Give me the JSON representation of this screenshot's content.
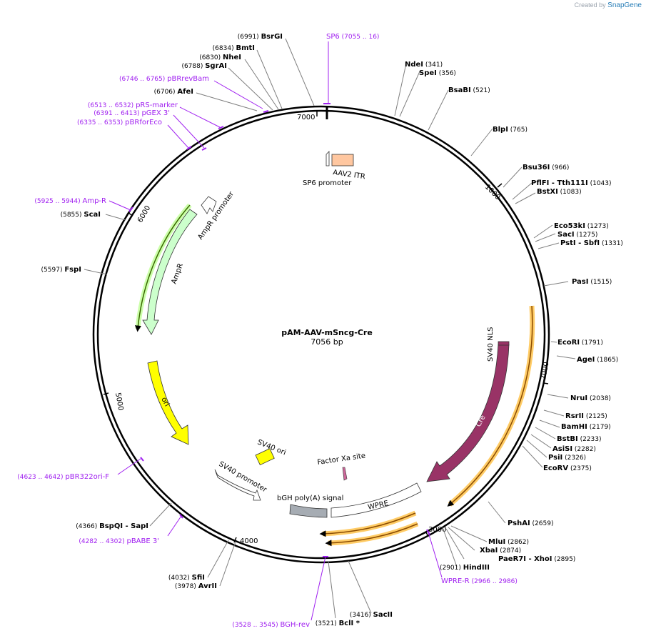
{
  "credit": {
    "prefix": "Created by",
    "brand": "SnapGene"
  },
  "title": "pAM-AAV-mSncg-Cre",
  "length": "7056 bp",
  "ticks": [
    "1000",
    "2000",
    "3000",
    "4000",
    "5000",
    "6000",
    "7000"
  ],
  "enzymes": [
    {
      "name": "BsrGI",
      "pos": "(6991)"
    },
    {
      "name": "BmtI",
      "pos": "(6834)"
    },
    {
      "name": "NheI",
      "pos": "(6830)"
    },
    {
      "name": "SgrAI",
      "pos": "(6788)"
    },
    {
      "name": "AfeI",
      "pos": "(6706)"
    },
    {
      "name": "ScaI",
      "pos": "(5855)"
    },
    {
      "name": "FspI",
      "pos": "(5597)"
    },
    {
      "name": "BspQI  - SapI",
      "pos": "(4366)"
    },
    {
      "name": "SfiI",
      "pos": "(4032)"
    },
    {
      "name": "AvrII",
      "pos": "(3978)"
    },
    {
      "name": "BclI *",
      "pos": "(3521)"
    },
    {
      "name": "SacII",
      "pos": "(3416)"
    },
    {
      "name": "HindIII",
      "pos": "(2901)"
    },
    {
      "name": "PaeR7I  - XhoI",
      "pos": "(2895)"
    },
    {
      "name": "XbaI",
      "pos": "(2874)"
    },
    {
      "name": "MluI",
      "pos": "(2862)"
    },
    {
      "name": "PshAI",
      "pos": "(2659)"
    },
    {
      "name": "EcoRV",
      "pos": "(2375)"
    },
    {
      "name": "PsiI",
      "pos": "(2326)"
    },
    {
      "name": "AsiSI",
      "pos": "(2282)"
    },
    {
      "name": "BstBI",
      "pos": "(2233)"
    },
    {
      "name": "BamHI",
      "pos": "(2179)"
    },
    {
      "name": "RsrII",
      "pos": "(2125)"
    },
    {
      "name": "NruI",
      "pos": "(2038)"
    },
    {
      "name": "AgeI",
      "pos": "(1865)"
    },
    {
      "name": "EcoRI",
      "pos": "(1791)"
    },
    {
      "name": "PasI",
      "pos": "(1515)"
    },
    {
      "name": "PstI  - SbfI",
      "pos": "(1331)"
    },
    {
      "name": "SacI",
      "pos": "(1275)"
    },
    {
      "name": "Eco53kI",
      "pos": "(1273)"
    },
    {
      "name": "BstXI",
      "pos": "(1083)"
    },
    {
      "name": "PflFI  - Tth111I",
      "pos": "(1043)"
    },
    {
      "name": "Bsu36I",
      "pos": "(966)"
    },
    {
      "name": "BlpI",
      "pos": "(765)"
    },
    {
      "name": "BsaBI",
      "pos": "(521)"
    },
    {
      "name": "SpeI",
      "pos": "(356)"
    },
    {
      "name": "NdeI",
      "pos": "(341)"
    }
  ],
  "primers": [
    {
      "name": "SP6",
      "pos": "(7055 .. 16)"
    },
    {
      "name": "pBRrevBam",
      "pos": "(6746 .. 6765)"
    },
    {
      "name": "pRS-marker",
      "pos": "(6513 .. 6532)"
    },
    {
      "name": "pGEX 3'",
      "pos": "(6391 .. 6413)"
    },
    {
      "name": "pBRforEco",
      "pos": "(6335 .. 6353)"
    },
    {
      "name": "Amp-R",
      "pos": "(5925 .. 5944)"
    },
    {
      "name": "pBR322ori-F",
      "pos": "(4623 .. 4642)"
    },
    {
      "name": "pBABE 3'",
      "pos": "(4282 .. 4302)"
    },
    {
      "name": "BGH-rev",
      "pos": "(3528 .. 3545)"
    },
    {
      "name": "WPRE-R",
      "pos": "(2966 .. 2986)"
    }
  ],
  "features": {
    "aav2_itr": "AAV2 ITR",
    "sp6_promoter": "SP6 promoter",
    "ampr_promoter": "AmpR promoter",
    "ampr": "AmpR",
    "ori": "ori",
    "sv40_ori": "SV40 ori",
    "sv40_promoter": "SV40 promoter",
    "bgh": "bGH poly(A) signal",
    "factor_xa": "Factor Xa site",
    "wpre": "WPRE",
    "cre": "Cre",
    "sv40_nls": "SV40 NLS"
  },
  "colors": {
    "backbone": "#000000",
    "primer": "#a020f0",
    "cre": "#993366",
    "ori": "#ffff00",
    "ampr": "#ccffcc",
    "orf_highlight": "#ffcc66",
    "aav_itr": "#ffc7a0",
    "bgh": "#a6acb3"
  }
}
